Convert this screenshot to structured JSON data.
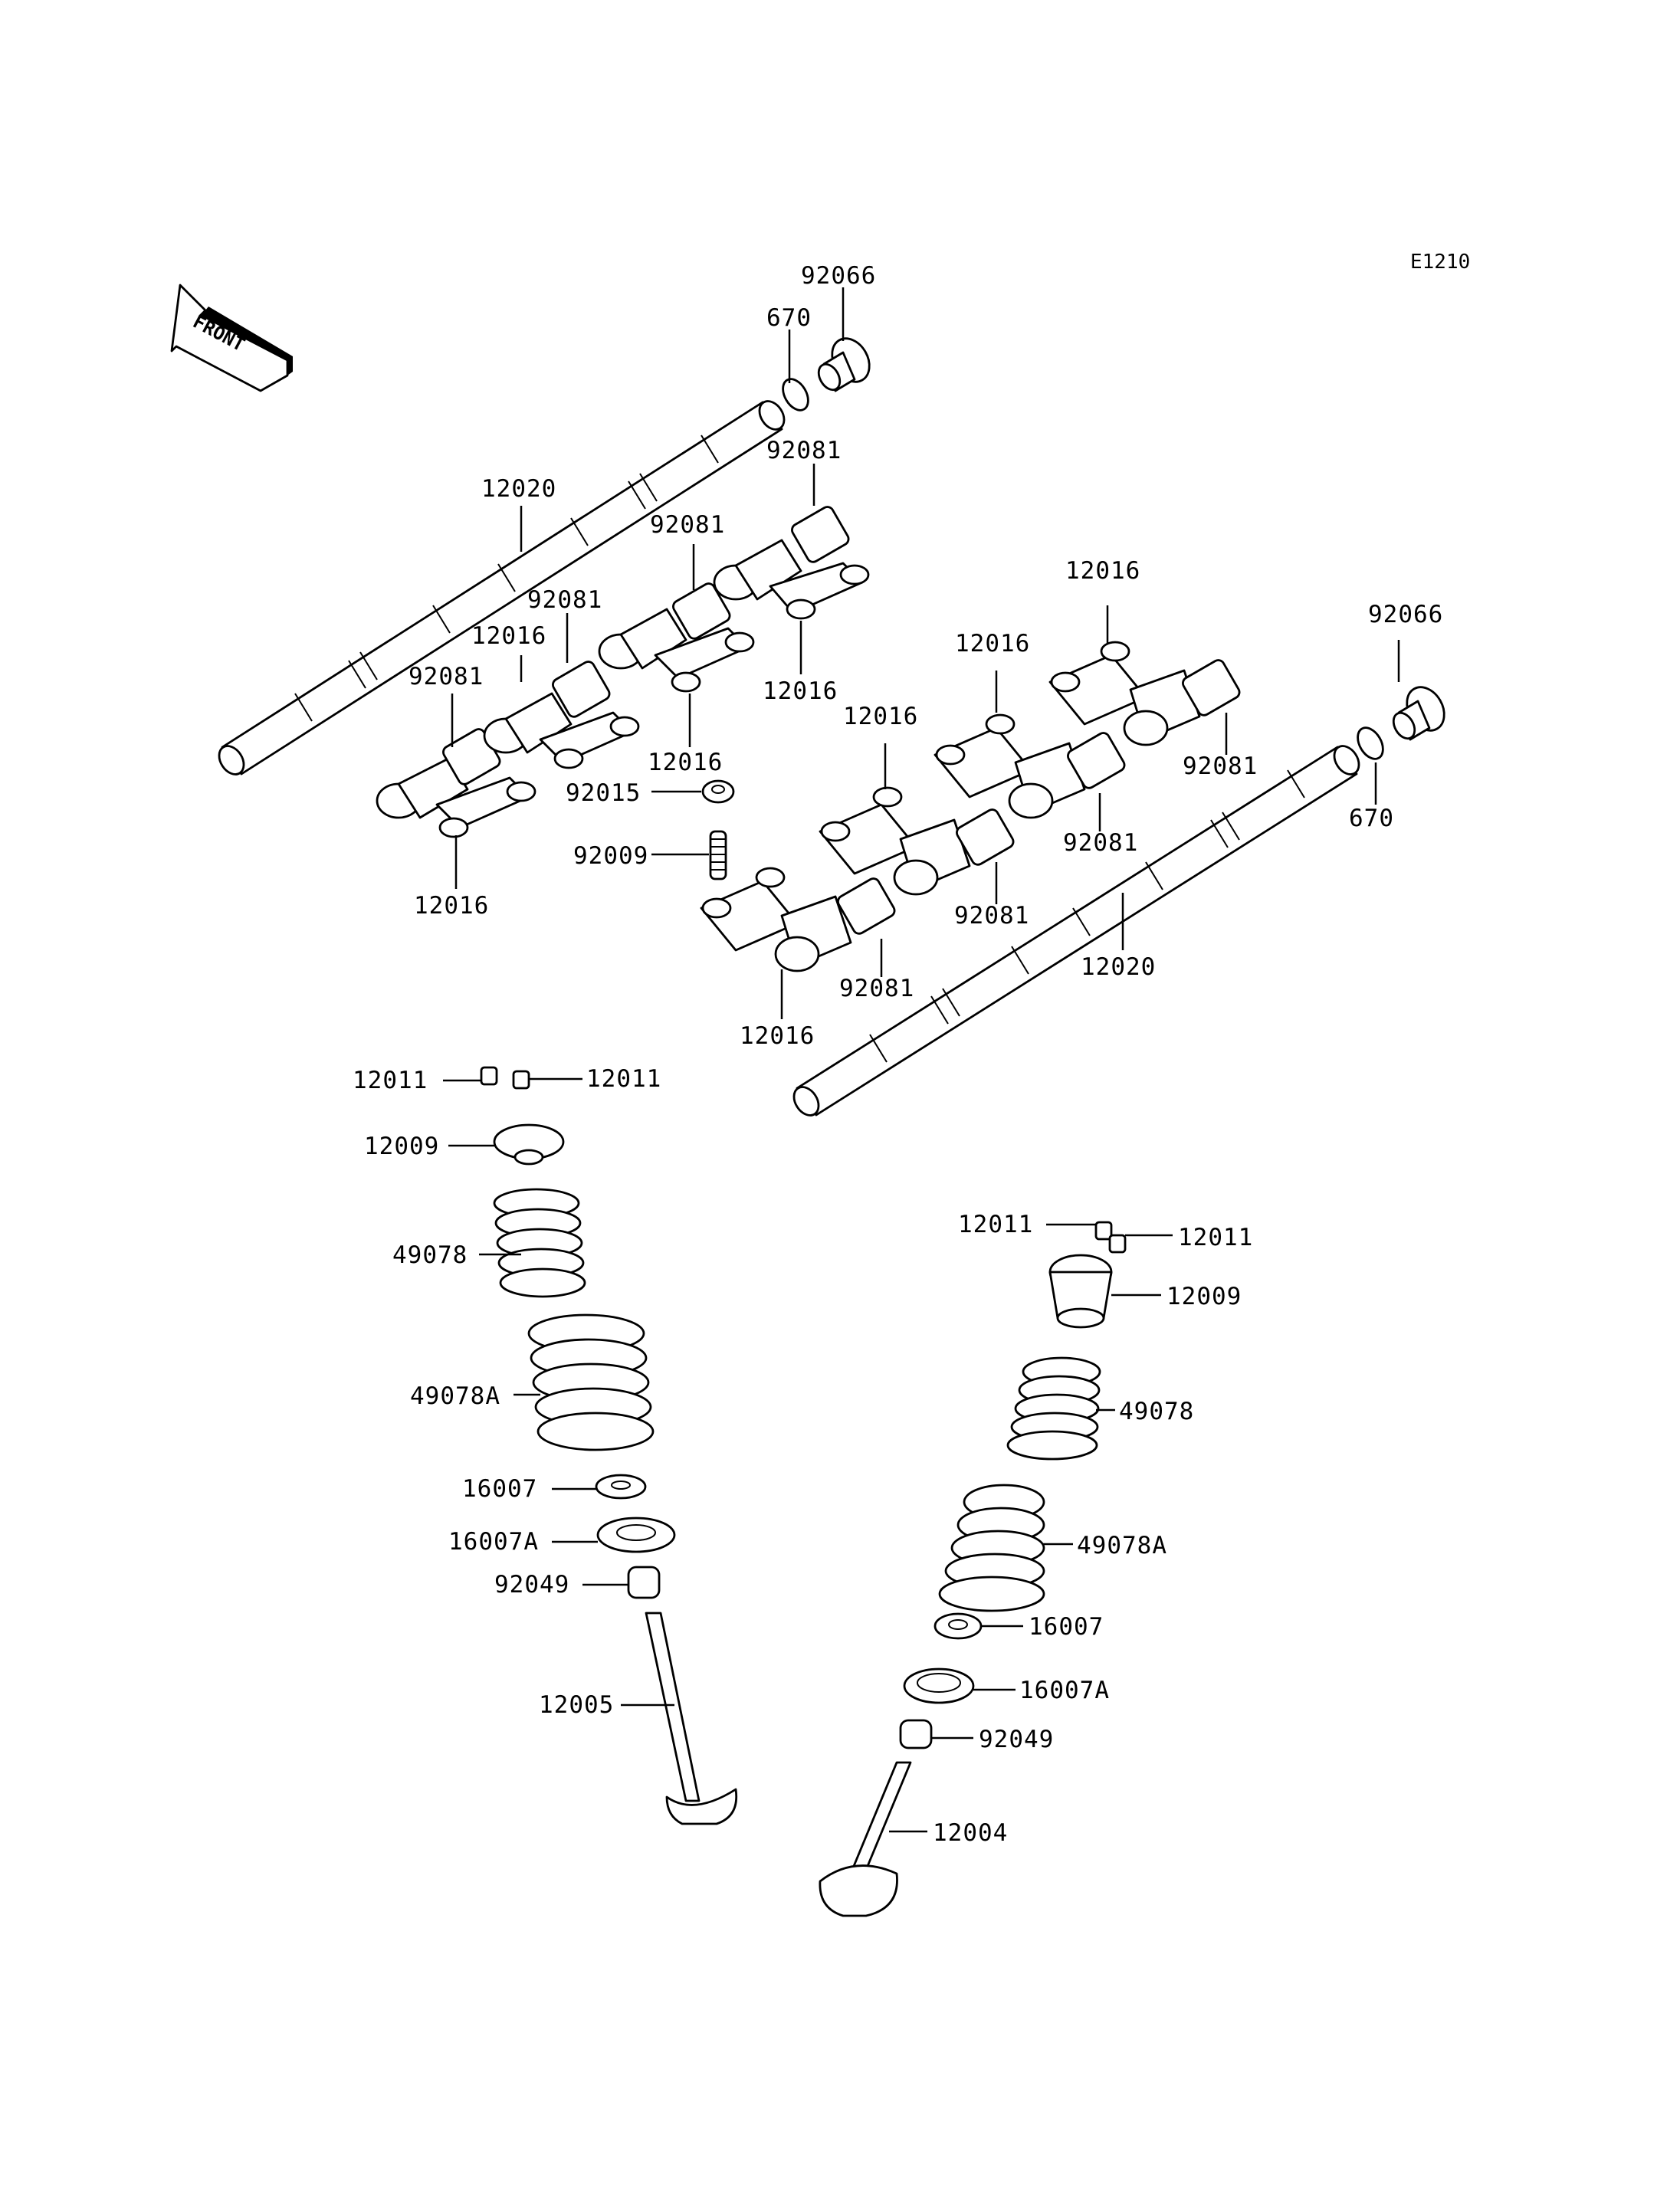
{
  "diagram_code": "E1210",
  "front_label": "FRONT",
  "callouts": [
    {
      "id": "c1",
      "text": "92066"
    },
    {
      "id": "c2",
      "text": "670"
    },
    {
      "id": "c3",
      "text": "92081"
    },
    {
      "id": "c4",
      "text": "12020"
    },
    {
      "id": "c5",
      "text": "92081"
    },
    {
      "id": "c6",
      "text": "92081"
    },
    {
      "id": "c7",
      "text": "12016"
    },
    {
      "id": "c8",
      "text": "92081"
    },
    {
      "id": "c9",
      "text": "12016"
    },
    {
      "id": "c10",
      "text": "12016"
    },
    {
      "id": "c11",
      "text": "92015"
    },
    {
      "id": "c12",
      "text": "92009"
    },
    {
      "id": "c13",
      "text": "12016"
    },
    {
      "id": "c14",
      "text": "12016"
    },
    {
      "id": "c15",
      "text": "12016"
    },
    {
      "id": "c16",
      "text": "12016"
    },
    {
      "id": "c17",
      "text": "92066"
    },
    {
      "id": "c18",
      "text": "92081"
    },
    {
      "id": "c19",
      "text": "670"
    },
    {
      "id": "c20",
      "text": "92081"
    },
    {
      "id": "c21",
      "text": "92081"
    },
    {
      "id": "c22",
      "text": "92081"
    },
    {
      "id": "c23",
      "text": "12020"
    },
    {
      "id": "c24",
      "text": "12016"
    },
    {
      "id": "c25",
      "text": "12011"
    },
    {
      "id": "c26",
      "text": "12011"
    },
    {
      "id": "c27",
      "text": "12009"
    },
    {
      "id": "c28",
      "text": "49078"
    },
    {
      "id": "c29",
      "text": "49078A"
    },
    {
      "id": "c30",
      "text": "16007"
    },
    {
      "id": "c31",
      "text": "16007A"
    },
    {
      "id": "c32",
      "text": "92049"
    },
    {
      "id": "c33",
      "text": "12005"
    },
    {
      "id": "c34",
      "text": "12011"
    },
    {
      "id": "c35",
      "text": "12011"
    },
    {
      "id": "c36",
      "text": "12009"
    },
    {
      "id": "c37",
      "text": "49078"
    },
    {
      "id": "c38",
      "text": "49078A"
    },
    {
      "id": "c39",
      "text": "16007"
    },
    {
      "id": "c40",
      "text": "16007A"
    },
    {
      "id": "c41",
      "text": "92049"
    },
    {
      "id": "c42",
      "text": "12004"
    }
  ]
}
